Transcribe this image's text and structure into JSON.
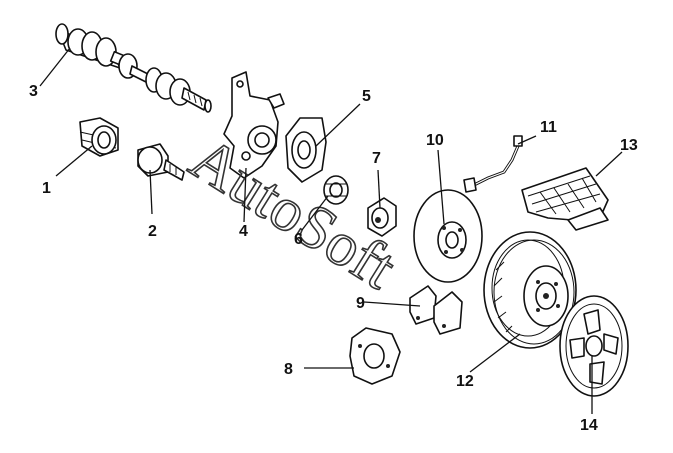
{
  "watermark": "AutoSoft",
  "labels": {
    "p1": "1",
    "p2": "2",
    "p3": "3",
    "p4": "4",
    "p5": "5",
    "p6": "6",
    "p7": "7",
    "p8": "8",
    "p9": "9",
    "p10": "10",
    "p11": "11",
    "p12": "12",
    "p13": "13",
    "p14": "14"
  }
}
